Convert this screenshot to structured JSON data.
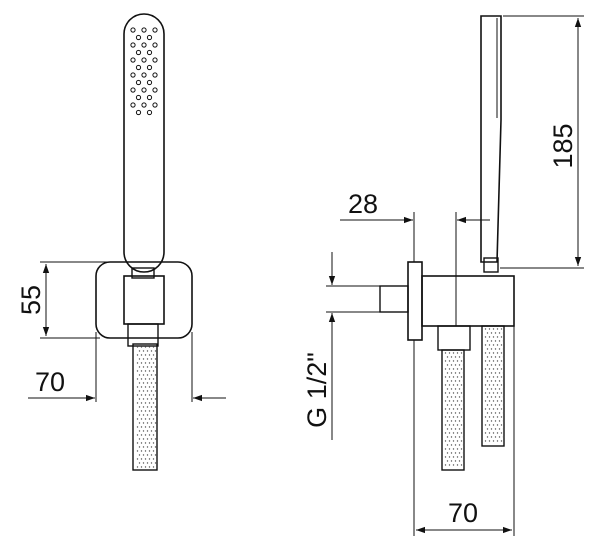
{
  "front_view": {
    "dim_height": "55",
    "dim_width": "70"
  },
  "side_view": {
    "dim_overall": "185",
    "dim_depth": "28",
    "dim_thread": "G 1/2\"",
    "dim_width": "70"
  },
  "colors": {
    "line": "#111111",
    "background": "#ffffff"
  }
}
